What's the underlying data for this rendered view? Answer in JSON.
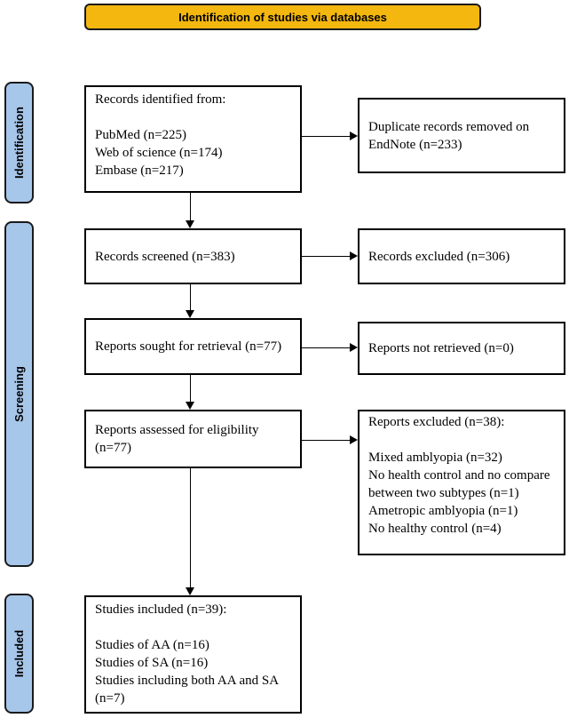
{
  "banner": {
    "title": "Identification of studies via databases"
  },
  "sidebar": {
    "phases": [
      {
        "label": "Identification"
      },
      {
        "label": "Screening"
      },
      {
        "label": "Included"
      }
    ]
  },
  "flow": {
    "records_identified": {
      "title": "Records identified from:",
      "items": [
        "PubMed (n=225)",
        "Web of science (n=174)",
        "Embase (n=217)"
      ]
    },
    "duplicate_records_removed": {
      "text": "Duplicate records removed on EndNote (n=233)"
    },
    "records_screened": {
      "text": "Records screened (n=383)"
    },
    "records_excluded": {
      "text": "Records excluded (n=306)"
    },
    "reports_sought": {
      "text": "Reports sought for retrieval (n=77)"
    },
    "reports_not_retrieved": {
      "text": "Reports not retrieved (n=0)"
    },
    "reports_assessed": {
      "text": "Reports assessed for eligibility (n=77)"
    },
    "reports_excluded": {
      "title": "Reports excluded (n=38):",
      "items": [
        "Mixed amblyopia (n=32)",
        "No health control and no compare between two subtypes (n=1)",
        "Ametropic amblyopia (n=1)",
        "No healthy control (n=4)"
      ]
    },
    "studies_included": {
      "title": "Studies included (n=39):",
      "items": [
        "Studies of AA (n=16)",
        "Studies of SA (n=16)",
        "Studies including both AA and SA (n=7)"
      ]
    }
  },
  "colors": {
    "banner_bg": "#F3B70F",
    "phase_bg": "#A6C7EA",
    "box_border": "#000000"
  }
}
